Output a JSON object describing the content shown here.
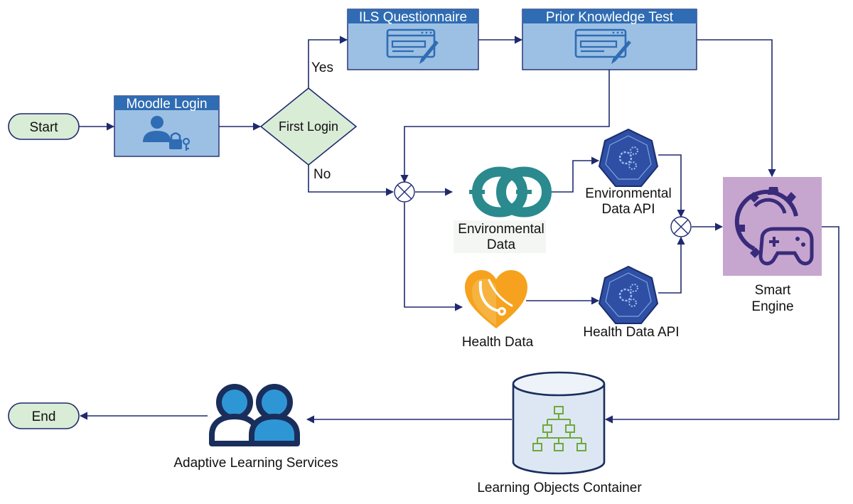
{
  "colors": {
    "edge": "#1f2a6e",
    "terminal_fill": "#d9ecd6",
    "box_header": "#2f6cb3",
    "box_body": "#9cc0e4",
    "decision_fill": "#d9ecd6",
    "engine_fill": "#c6a6cf",
    "api_hex": "#2e4fa4",
    "arduino": "#2a8a8e",
    "health_heart": "#f6a21e",
    "user_dark": "#1a2e5c",
    "user_light": "#2f96d6",
    "tree_green": "#6fa83a",
    "cylinder_fill": "#dde7f3"
  },
  "nodes": {
    "start": {
      "label": "Start"
    },
    "end": {
      "label": "End"
    },
    "moodle_login": {
      "label": "Moodle Login",
      "icon": "user-lock-icon"
    },
    "first_login": {
      "label": "First Login"
    },
    "ils_questionnaire": {
      "label": "ILS Questionnaire",
      "icon": "form-edit-icon"
    },
    "prior_knowledge_test": {
      "label": "Prior Knowledge Test",
      "icon": "form-edit-icon"
    },
    "environmental_data": {
      "label_line1": "Environmental",
      "label_line2": "Data",
      "icon": "arduino-icon"
    },
    "environmental_data_api": {
      "label_line1": "Environmental",
      "label_line2": "Data API",
      "icon": "api-gear-icon"
    },
    "health_data": {
      "label": "Health Data",
      "icon": "heart-stethoscope-icon"
    },
    "health_data_api": {
      "label": "Health Data API",
      "icon": "api-gear-icon"
    },
    "smart_engine": {
      "label_line1": "Smart",
      "label_line2": "Engine",
      "icon": "gear-gamepad-icon"
    },
    "learning_objects_container": {
      "label": "Learning Objects Container",
      "icon": "database-tree-icon"
    },
    "adaptive_learning_services": {
      "label": "Adaptive Learning Services",
      "icon": "users-icon"
    }
  },
  "edge_labels": {
    "yes": "Yes",
    "no": "No"
  }
}
